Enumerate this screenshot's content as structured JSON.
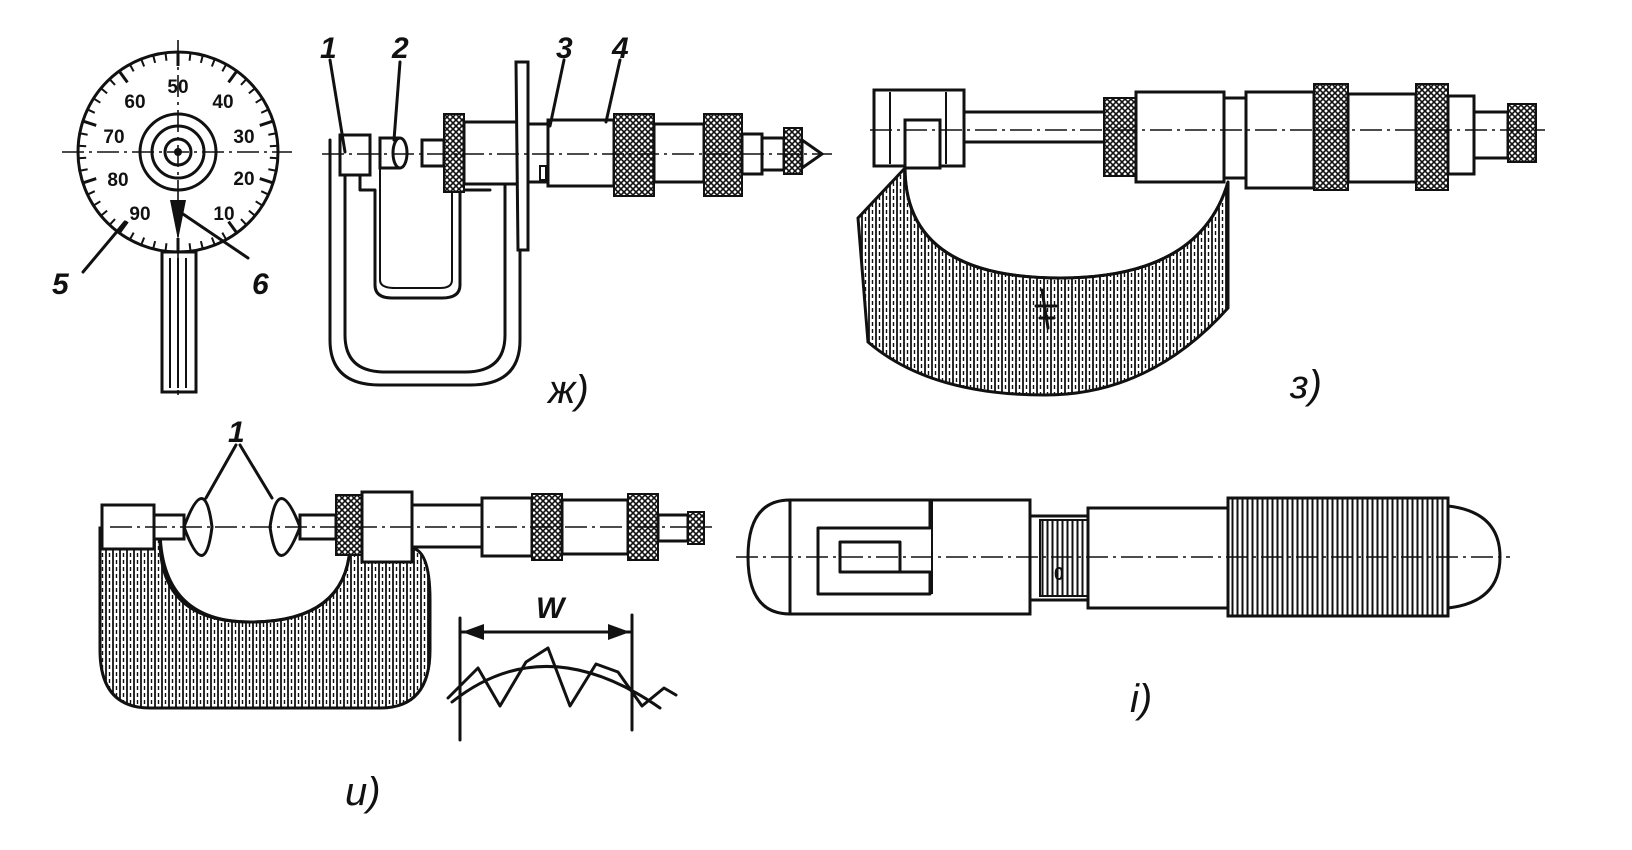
{
  "figures": {
    "zh": {
      "caption": "ж)",
      "labels": [
        "1",
        "2",
        "3",
        "4",
        "5",
        "6"
      ],
      "dial_numbers": [
        "50",
        "40",
        "30",
        "20",
        "10",
        "90",
        "80",
        "70",
        "60"
      ]
    },
    "z": {
      "caption": "з)"
    },
    "i": {
      "caption": "и)",
      "label": "1",
      "dimension": "W"
    },
    "i_dot": {
      "caption": "і)"
    }
  }
}
